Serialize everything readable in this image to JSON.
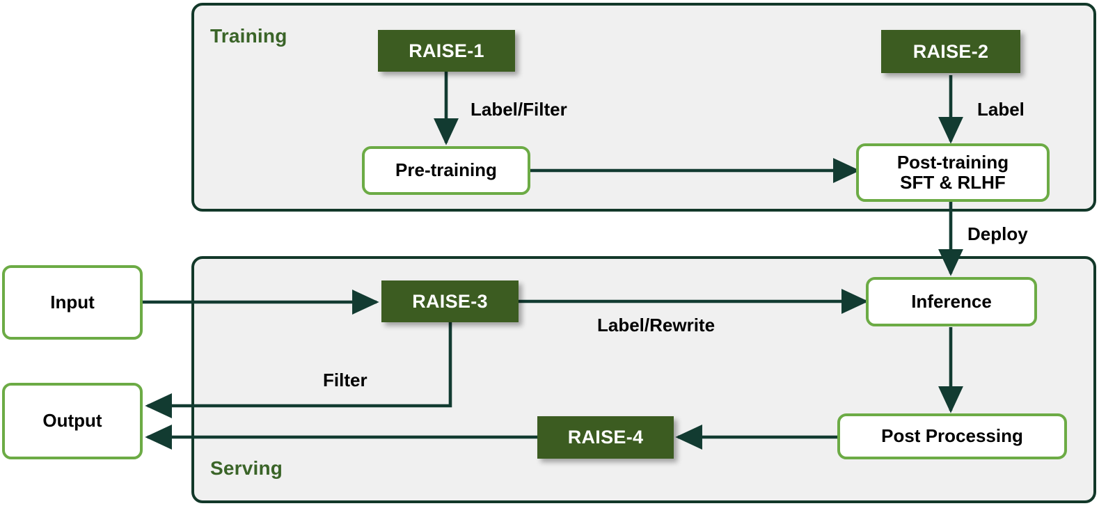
{
  "diagram": {
    "title_alt": "RAISE safeguard pipeline across training and serving",
    "colors": {
      "dark_green_node": "#3C5C21",
      "light_green_border": "#6CAB45",
      "container_border": "#123829",
      "container_fill": "#F0F0F0",
      "section_label": "#3A6428",
      "arrow": "#123B31",
      "node_text_light": "#FFFFFF",
      "node_text_dark": "#000000"
    },
    "sections": [
      {
        "id": "training",
        "label": "Training"
      },
      {
        "id": "serving",
        "label": "Serving"
      }
    ],
    "nodes": {
      "raise1": "RAISE-1",
      "raise2": "RAISE-2",
      "raise3": "RAISE-3",
      "raise4": "RAISE-4",
      "pre_training": "Pre-training",
      "post_training_line1": "Post-training",
      "post_training_line2": "SFT & RLHF",
      "input": "Input",
      "output": "Output",
      "inference": "Inference",
      "post_processing": "Post Processing"
    },
    "edge_labels": {
      "label_filter": "Label/Filter",
      "label": "Label",
      "deploy": "Deploy",
      "label_rewrite": "Label/Rewrite",
      "filter": "Filter"
    },
    "edges": [
      {
        "from": "raise1",
        "to": "pre_training",
        "label": "Label/Filter"
      },
      {
        "from": "raise2",
        "to": "post_training",
        "label": "Label"
      },
      {
        "from": "pre_training",
        "to": "post_training",
        "label": ""
      },
      {
        "from": "post_training",
        "to": "inference",
        "label": "Deploy"
      },
      {
        "from": "input",
        "to": "raise3",
        "label": ""
      },
      {
        "from": "raise3",
        "to": "inference",
        "label": "Label/Rewrite"
      },
      {
        "from": "raise3",
        "to": "output",
        "label": "Filter"
      },
      {
        "from": "inference",
        "to": "post_processing",
        "label": ""
      },
      {
        "from": "post_processing",
        "to": "raise4",
        "label": ""
      },
      {
        "from": "raise4",
        "to": "output",
        "label": ""
      }
    ]
  }
}
